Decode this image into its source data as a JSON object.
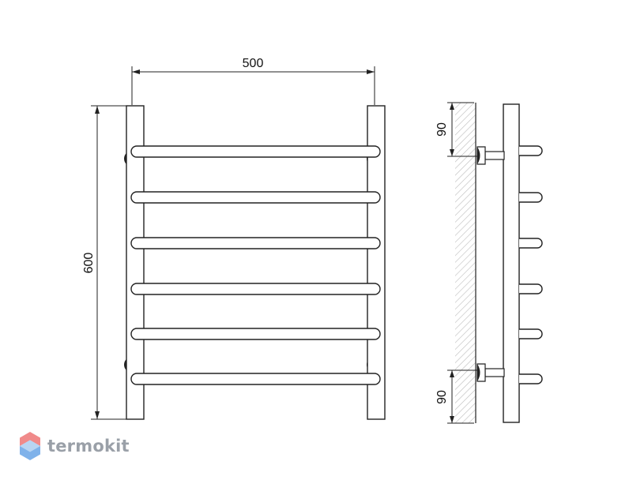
{
  "dimensions": {
    "width_label": "500",
    "height_label": "600",
    "top_offset_label": "90",
    "bottom_offset_label": "90"
  },
  "brand": {
    "name": "termokit"
  },
  "colors": {
    "line": "#222222",
    "fill": "#ffffff",
    "logo_red": "#f08a8a",
    "logo_blue": "#7fb2ea",
    "logo_text": "#9aa0a8"
  },
  "rails": {
    "count": 6
  }
}
